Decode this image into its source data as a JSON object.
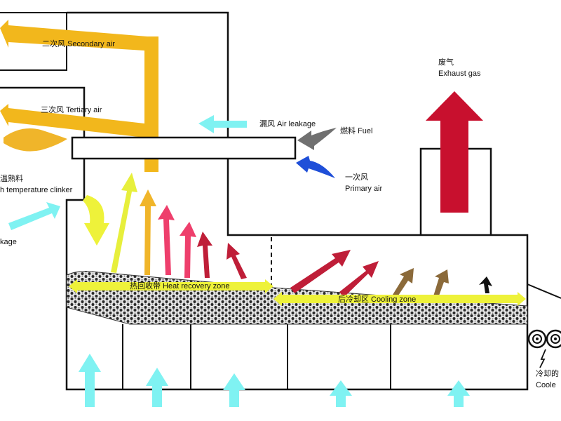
{
  "colors": {
    "air_duct": "#f2b71c",
    "flame": "#f0b52a",
    "fresh_air": "#7ff2f2",
    "exhaust": "#c8102e",
    "fuel": "#707070",
    "primary_air": "#1f4fd8",
    "heat_pink": "#ee3f6c",
    "heat_red": "#bf1e38",
    "heat_yellow": "#e7ef3c",
    "heat_orange": "#f0b52a",
    "cool_brown": "#8b6a3a",
    "clinker_arrow": "#eef23a",
    "outline": "#111111"
  },
  "labels": {
    "secondary_air": "二次风 Secondary air",
    "tertiary_air": "三次风 Tertiary air",
    "air_leakage": "漏风 Air leakage",
    "fuel": "燃料 Fuel",
    "primary_air_cn": "一次风",
    "primary_air_en": "Primary air",
    "exhaust_cn": "废气",
    "exhaust_en": "Exhaust gas",
    "clinker_cn": "温熟料",
    "clinker_en": "h temperature clinker",
    "leakage_left": "kage",
    "heat_recovery_zone": "热回收带 Heat recovery zone",
    "cooling_zone": "后冷却区 Cooling zone",
    "cooler_cn": "冷却的",
    "cooler_en": "Coole"
  }
}
